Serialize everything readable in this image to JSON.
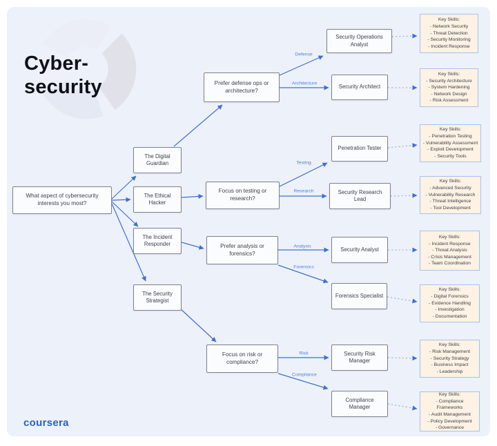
{
  "page": {
    "title_line1": "Cyber-",
    "title_line2": "security",
    "brand": "coursera"
  },
  "root": {
    "question": "What aspect of cybersecurity interests you most?"
  },
  "personas": [
    {
      "label": "The Digital Guardian"
    },
    {
      "label": "The Ethical Hacker"
    },
    {
      "label": "The Incident Responder"
    },
    {
      "label": "The Security Strategist"
    }
  ],
  "questions": [
    {
      "label": "Prefer defense ops or architecture?"
    },
    {
      "label": "Focus on testing or research?"
    },
    {
      "label": "Prefer analysis or forensics?"
    },
    {
      "label": "Focus on risk or compliance?"
    }
  ],
  "edges": [
    {
      "label": "Defense"
    },
    {
      "label": "Architecture"
    },
    {
      "label": "Testing"
    },
    {
      "label": "Research"
    },
    {
      "label": "Analysis"
    },
    {
      "label": "Forensics"
    },
    {
      "label": "Risk"
    },
    {
      "label": "Compliance"
    }
  ],
  "roles": [
    {
      "label": "Security Operations Analyst"
    },
    {
      "label": "Security Architect"
    },
    {
      "label": "Penetration Tester"
    },
    {
      "label": "Security Research Lead"
    },
    {
      "label": "Security Analyst"
    },
    {
      "label": "Forensics Specialist"
    },
    {
      "label": "Security Risk Manager"
    },
    {
      "label": "Compliance Manager"
    }
  ],
  "skills": [
    {
      "heading": "Key Skills:",
      "items": [
        "- Network Security",
        "- Threat Detection",
        "- Security Monitoring",
        "- Incident Response"
      ]
    },
    {
      "heading": "Key Skills:",
      "items": [
        "- Security Architecture",
        "- System Hardening",
        "- Network Design",
        "- Risk Assessment"
      ]
    },
    {
      "heading": "Key Skills:",
      "items": [
        "- Penetration Testing",
        "- Vulnerability Assessment",
        "- Exploit Development",
        "- Security Tools"
      ]
    },
    {
      "heading": "Key Skills:",
      "items": [
        "- Advanced Security",
        "- Vulnerability Research",
        "- Threat Intelligence",
        "- Tool Development"
      ]
    },
    {
      "heading": "Key Skills:",
      "items": [
        "- Incident Response",
        "- Threat Analysis",
        "- Crisis Management",
        "- Team Coordination"
      ]
    },
    {
      "heading": "Key Skills:",
      "items": [
        "- Digital Forensics",
        "- Evidence Handling",
        "- Investigation",
        "- Documentation"
      ]
    },
    {
      "heading": "Key Skills:",
      "items": [
        "- Risk Management",
        "- Security Strategy",
        "- Business Impact",
        "- Leadership"
      ]
    },
    {
      "heading": "Key Skills:",
      "items": [
        "- Compliance Frameworks",
        "- Audit Management",
        "- Policy Development",
        "- Governance"
      ]
    }
  ],
  "colors": {
    "panel-bg": "#edf1fa",
    "box-bg": "#fbfcfe",
    "box-border": "#7c818d",
    "skills-bg": "#fdf2e3",
    "skills-border": "#a5c3e8",
    "arrow": "#3f6fd1",
    "dot": "#9ab4e2",
    "label": "#4d82dd",
    "text": "#3d414b",
    "title": "#0e1116",
    "brand": "#2b62c6"
  }
}
